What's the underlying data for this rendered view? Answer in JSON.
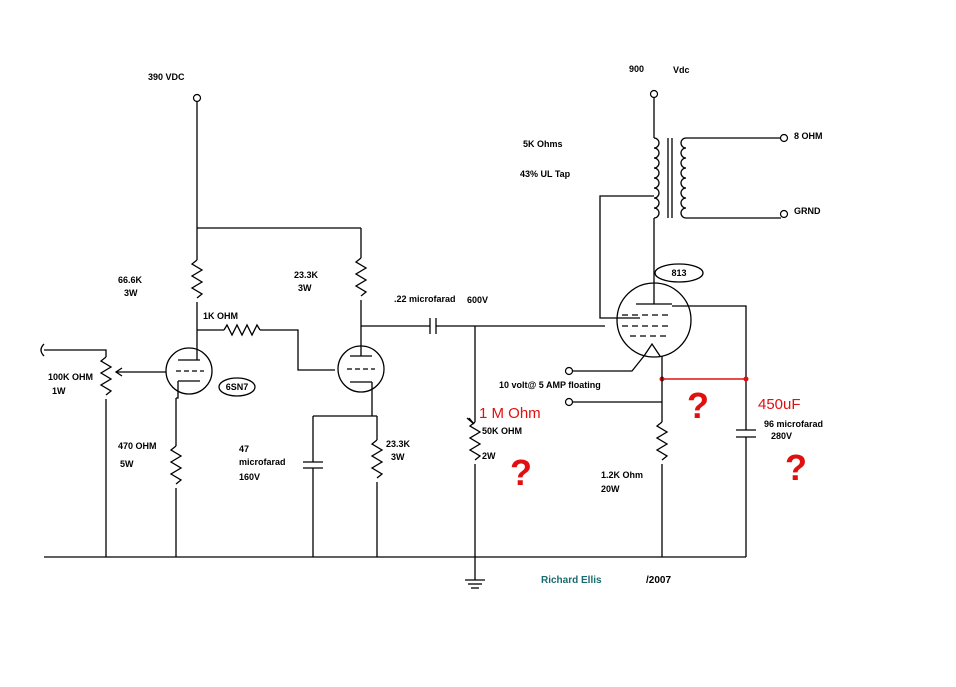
{
  "labels": {
    "supply_left": "390 VDC",
    "supply_right_value": "900",
    "supply_right_unit": "Vdc",
    "r_plate1_value": "66.6K",
    "r_plate1_watts": "3W",
    "r_plate2_value": "23.3K",
    "r_plate2_watts": "3W",
    "r_grid_stopper": "1K OHM",
    "pot_value": "100K OHM",
    "pot_watts": "1W",
    "tube_driver": "6SN7",
    "r_cathode1_value": "470 OHM",
    "r_cathode1_watts": "5W",
    "cap_cathode_value": "47",
    "cap_cathode_unit": "microfarad",
    "cap_cathode_voltage": "160V",
    "r_cathode2_value": "23.3K",
    "r_cathode2_watts": "3W",
    "coupling_cap_value": ".22 microfarad",
    "coupling_cap_voltage": "600V",
    "r_grid_leak_value": "50K OHM",
    "r_grid_leak_watts": "2W",
    "transformer_impedance": "5K Ohms",
    "transformer_tap": "43% UL Tap",
    "output_8ohm": "8 OHM",
    "output_ground": "GRND",
    "tube_output": "813",
    "filament_note": "10 volt@ 5 AMP floating",
    "r_output_cathode_value": "1.2K Ohm",
    "r_output_cathode_watts": "20W",
    "cap_output_value": "96 microfarad",
    "cap_output_voltage": "280V"
  },
  "annotations": {
    "grid_leak_suggestion": "1 M Ohm",
    "cap_suggestion": "450uF",
    "question_mark": "?"
  },
  "credits": {
    "author": "Richard Ellis",
    "year": "/2007"
  },
  "colors": {
    "annotation": "#e01010",
    "author": "#1a6b70",
    "wire": "#000000"
  }
}
